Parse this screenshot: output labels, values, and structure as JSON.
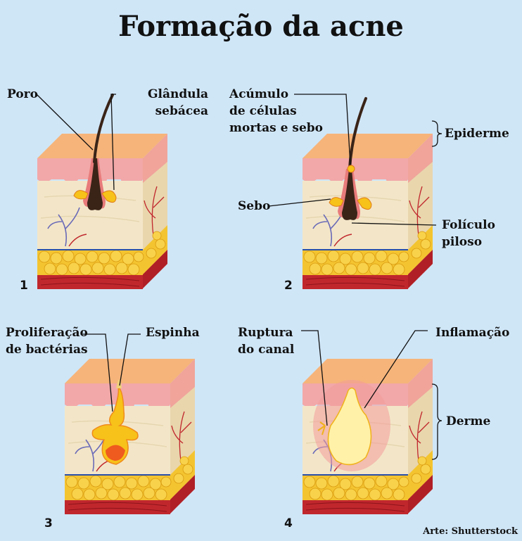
{
  "title": "Formação da acne",
  "panels": [
    {
      "number": "1",
      "labels": {
        "left": "Poro",
        "right_line1": "Glândula",
        "right_line2": "sebácea"
      }
    },
    {
      "number": "2",
      "labels": {
        "top_line1": "Acúmulo",
        "top_line2": "de células",
        "top_line3": "mortas e sebo",
        "sebum": "Sebo",
        "follicle_line1": "Folículo",
        "follicle_line2": "piloso"
      }
    },
    {
      "number": "3",
      "labels": {
        "left_line1": "Proliferação",
        "left_line2": "de bactérias",
        "right": "Espinha"
      }
    },
    {
      "number": "4",
      "labels": {
        "left_line1": "Ruptura",
        "left_line2": "do canal",
        "right": "Inflamação"
      }
    }
  ],
  "layers": {
    "epidermis": "Epiderme",
    "dermis": "Derme"
  },
  "credit": "Arte: Shutterstock",
  "colors": {
    "background": "#cfe6f7",
    "epidermis_top": "#f6b47a",
    "epidermis_front": "#f2a8a8",
    "dermis": "#f3e6c8",
    "fat": "#f4c430",
    "muscle": "#c0272d",
    "hair": "#3a2418",
    "sebum": "#f7c21a"
  }
}
